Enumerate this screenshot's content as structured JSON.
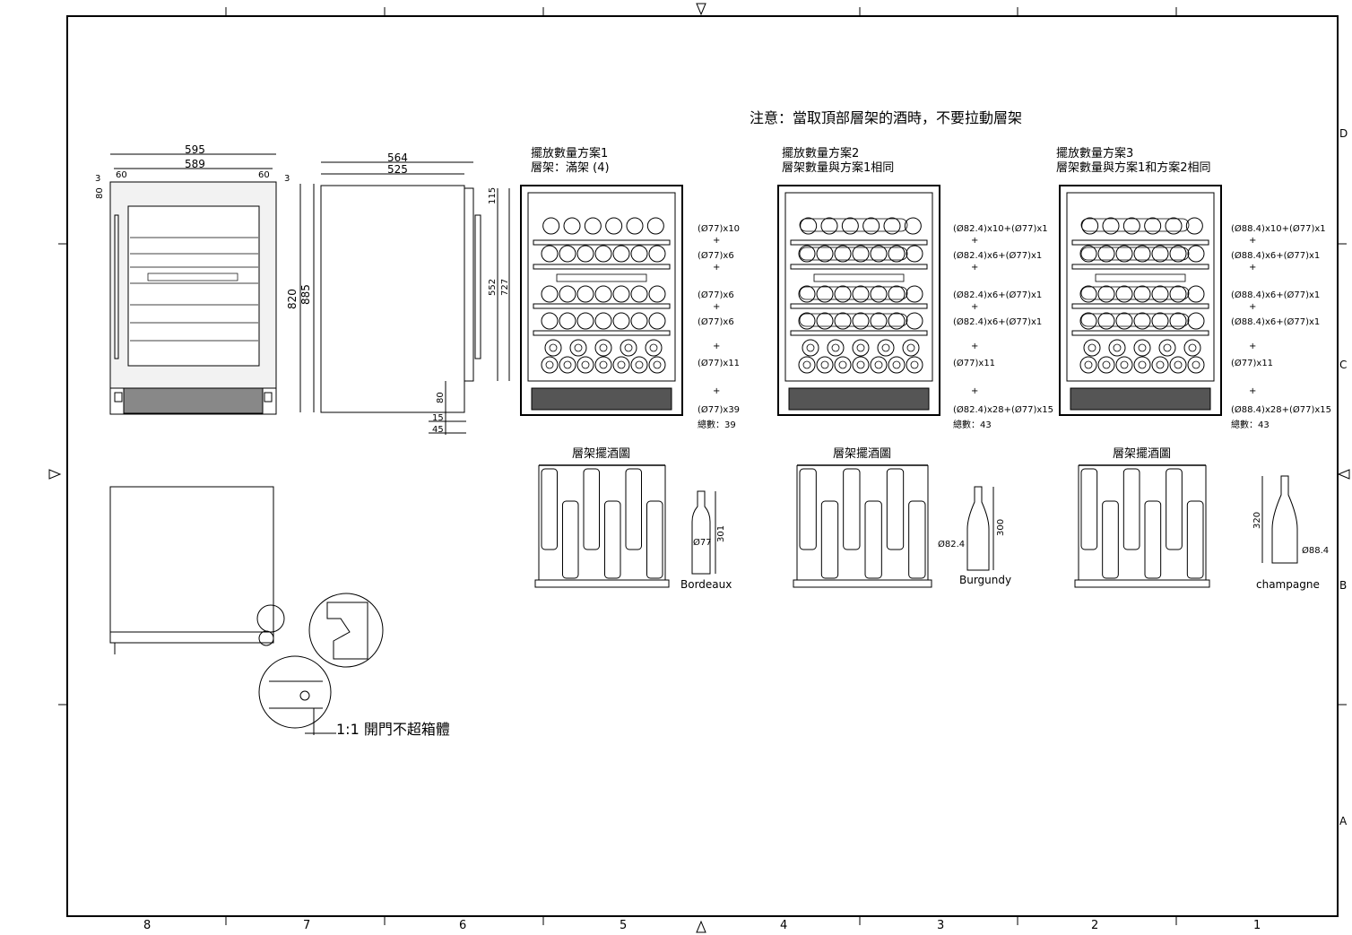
{
  "border": {
    "columns": [
      "8",
      "7",
      "6",
      "5",
      "4",
      "3",
      "2",
      "1"
    ],
    "rows": [
      "D",
      "C",
      "B",
      "A"
    ]
  },
  "notice": "注意：當取頂部層架的酒時，不要拉動層架",
  "front_view": {
    "dims": {
      "w595": "595",
      "w589": "589",
      "d60a": "60",
      "d60b": "60",
      "d3a": "3",
      "d3b": "3",
      "d80": "80"
    },
    "v820": "820",
    "v885": "885"
  },
  "side_view": {
    "d564": "564",
    "d525": "525",
    "d115": "115",
    "d552": "552",
    "d727": "727",
    "d80": "80",
    "d15": "15",
    "d45": "45"
  },
  "plans": [
    {
      "title1": "擺放數量方案1",
      "title2": "層架：滿架 (4)",
      "counts": [
        "(Ø77)x10",
        "+",
        "(Ø77)x6",
        "+",
        "(Ø77)x6",
        "+",
        "(Ø77)x6",
        "+",
        "(Ø77)x11",
        "+",
        "(Ø77)x39"
      ],
      "total": "總數：39",
      "diagram_title": "層架擺酒圖",
      "bottle_name": "Bordeaux",
      "bottle_dia": "Ø77",
      "bottle_h": "301"
    },
    {
      "title1": "擺放數量方案2",
      "title2": "層架數量與方案1相同",
      "counts": [
        "(Ø82.4)x10+(Ø77)x1",
        "+",
        "(Ø82.4)x6+(Ø77)x1",
        "+",
        "(Ø82.4)x6+(Ø77)x1",
        "+",
        "(Ø82.4)x6+(Ø77)x1",
        "+",
        "(Ø77)x11",
        "+",
        "(Ø82.4)x28+(Ø77)x15"
      ],
      "total": "總數：43",
      "diagram_title": "層架擺酒圖",
      "bottle_name": "Burgundy",
      "bottle_dia": "Ø82.4",
      "bottle_h": "300"
    },
    {
      "title1": "擺放數量方案3",
      "title2": "層架數量與方案1和方案2相同",
      "counts": [
        "(Ø88.4)x10+(Ø77)x1",
        "+",
        "(Ø88.4)x6+(Ø77)x1",
        "+",
        "(Ø88.4)x6+(Ø77)x1",
        "+",
        "(Ø88.4)x6+(Ø77)x1",
        "+",
        "(Ø77)x11",
        "+",
        "(Ø88.4)x28+(Ø77)x15"
      ],
      "total": "總數：43",
      "diagram_title": "層架擺酒圖",
      "bottle_name": "champagne",
      "bottle_dia": "Ø88.4",
      "bottle_h": "320"
    }
  ],
  "door_note": "1:1 開門不超箱體"
}
